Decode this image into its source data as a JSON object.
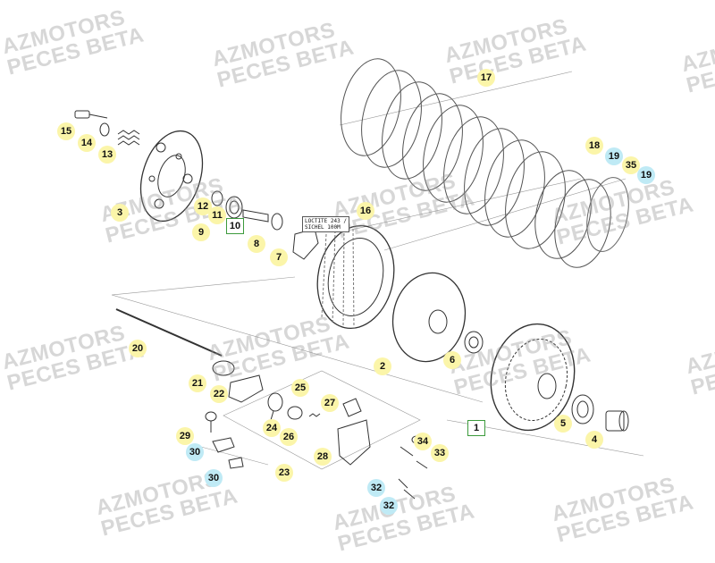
{
  "watermark": {
    "line1": "AZMOTORS",
    "line2": "PECES BETA"
  },
  "note": {
    "line1": "LOCTITE 243 /",
    "line2": "SICHEL 100M"
  },
  "colors": {
    "callout_yellow": "#fbf5a9",
    "callout_blue": "#bfeaf5",
    "box_border": "#3c9a3c",
    "line": "#333333",
    "watermark": "#969696"
  },
  "callouts": [
    "1",
    "2",
    "3",
    "4",
    "5",
    "6",
    "7",
    "8",
    "9",
    "10",
    "11",
    "12",
    "13",
    "14",
    "15",
    "16",
    "17",
    "18",
    "19",
    "19",
    "20",
    "21",
    "22",
    "23",
    "24",
    "25",
    "26",
    "27",
    "28",
    "29",
    "30",
    "30",
    "32",
    "32",
    "33",
    "34",
    "35"
  ]
}
